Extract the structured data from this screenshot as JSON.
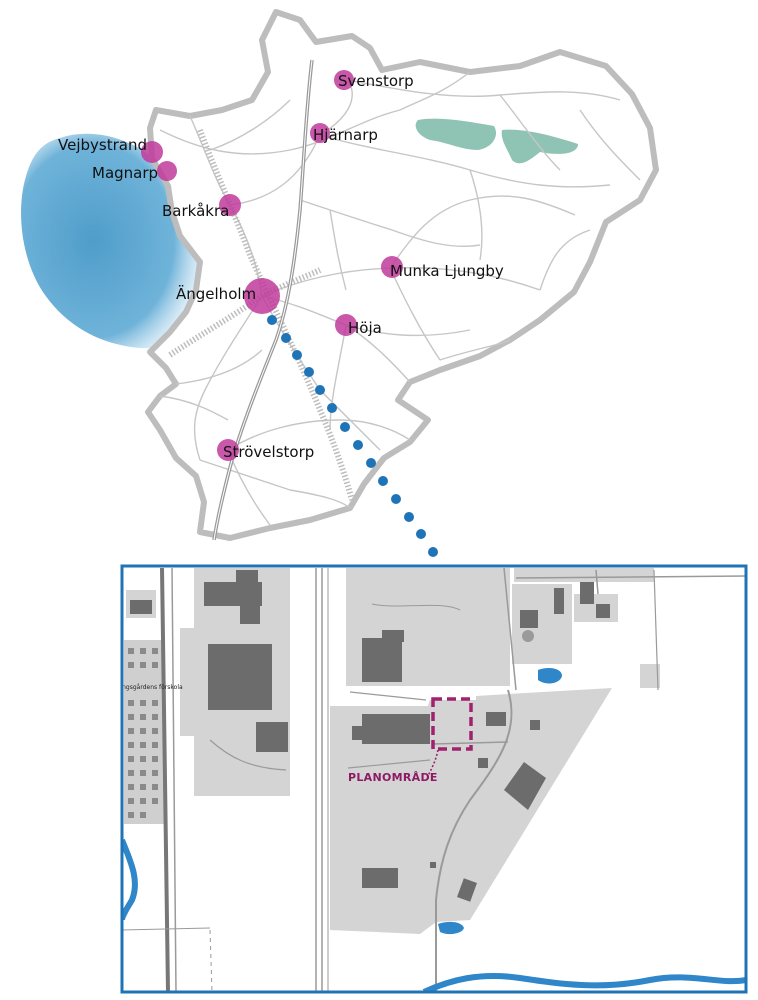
{
  "colors": {
    "municipality_fill": "#ffffff",
    "municipality_border": "#bdbdbd",
    "roads": "#c6c6c6",
    "highway": "#9a9a9a",
    "sea": "#5aa7d1",
    "lake": "#8fc3b3",
    "town_marker": "#c0399b",
    "connector_dots": "#1f73b7",
    "detail_frame": "#1f73b7",
    "zone_fill": "#d4d4d4",
    "building": "#6c6c6c",
    "water": "#2f86c9",
    "plan_area": "#a0226e"
  },
  "towns": [
    {
      "name": "Svenstorp",
      "size": "small"
    },
    {
      "name": "Hjärnarp",
      "size": "small"
    },
    {
      "name": "Vejbystrand",
      "size": "small"
    },
    {
      "name": "Magnarp",
      "size": "small"
    },
    {
      "name": "Barkåkra",
      "size": "small"
    },
    {
      "name": "Munka Ljungby",
      "size": "small"
    },
    {
      "name": "Ängelholm",
      "size": "large"
    },
    {
      "name": "Höja",
      "size": "small"
    },
    {
      "name": "Strövelstorp",
      "size": "small"
    }
  ],
  "detail_map": {
    "plan_label": "PLANOMRÅDE",
    "school_label": "Ängsgårdens förskola"
  }
}
